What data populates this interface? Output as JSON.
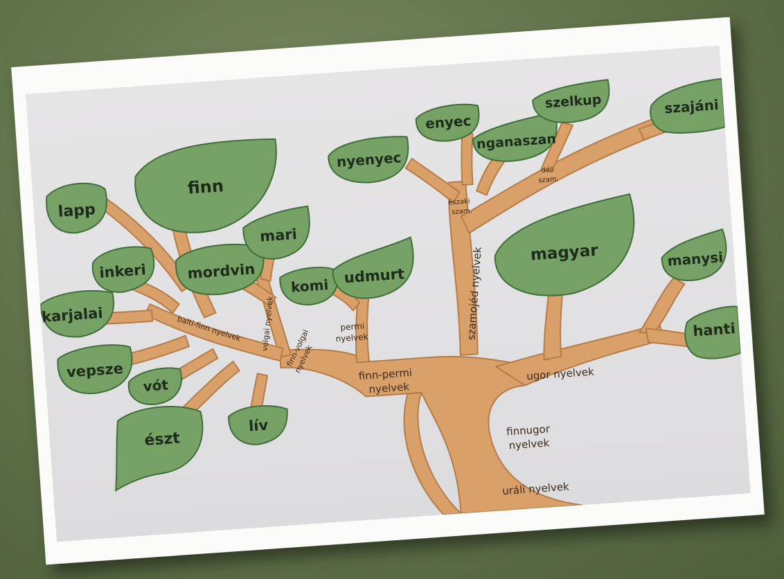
{
  "colors": {
    "background": "#5f7148",
    "frame": "#fbfbf9",
    "paper": "#e1e0e2",
    "trunk": "#d9a06a",
    "trunk_edge": "#b57c48",
    "leaf": "#77a266",
    "leaf_edge": "#3f6e3a",
    "leaf_text": "#1e2a1b",
    "branch_text": "#3b2a16"
  },
  "leaves": {
    "lapp": "lapp",
    "finn": "finn",
    "inkeri": "inkeri",
    "karjalai": "karjalai",
    "vepsze": "vepsze",
    "vot": "vót",
    "eszt": "észt",
    "liv": "lív",
    "mordvin": "mordvin",
    "mari": "mari",
    "komi": "komi",
    "udmurt": "udmurt",
    "nyenyec": "nyenyec",
    "enyec": "enyec",
    "nganaszan": "nganaszan",
    "szelkup": "szelkup",
    "szajani": "szajáni",
    "magyar": "magyar",
    "manysi": "manysi",
    "hanti": "hanti"
  },
  "branches": {
    "balti_finn": "balti-finn nyelvek",
    "volgai": "volgai nyelvek",
    "finn_volgai_1": "finn-volgai",
    "finn_volgai_2": "nyelvek",
    "permi_1": "permi",
    "permi_2": "nyelvek",
    "finn_permi_1": "finn-permi",
    "finn_permi_2": "nyelvek",
    "szamojed": "szamojéd nyelvek",
    "eszaki_1": "északi",
    "eszaki_2": "szam.",
    "deli_1": "déli",
    "deli_2": "szam.",
    "ugor": "ugor nyelvek",
    "finnugor_1": "finnugor",
    "finnugor_2": "nyelvek",
    "urali": "uráli nyelvek"
  }
}
